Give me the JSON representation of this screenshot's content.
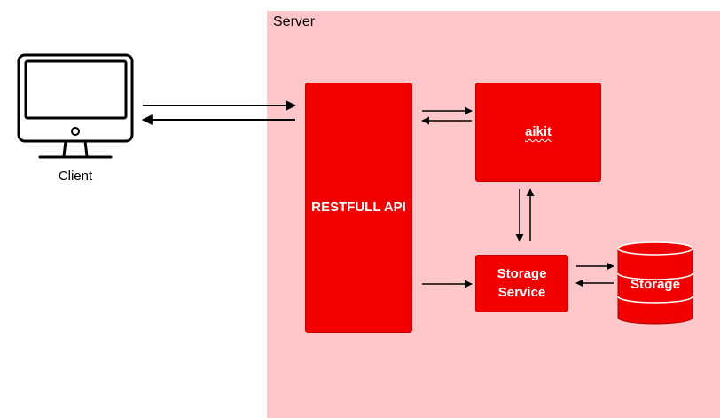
{
  "server": {
    "label": "Server"
  },
  "client": {
    "label": "Client",
    "icon": "desktop-computer-icon"
  },
  "blocks": {
    "restful_api": "RESTFULL API",
    "aikit": "aikit",
    "storage_service": "Storage\nService",
    "storage": "Storage"
  },
  "colors": {
    "server_background": "#ffc7c9",
    "block_fill": "#f20000",
    "arrow": "#000000"
  }
}
